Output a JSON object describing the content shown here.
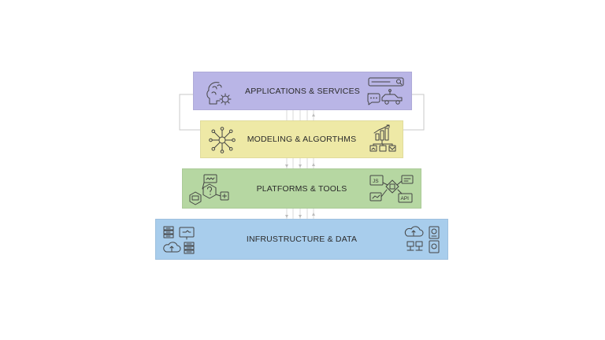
{
  "layers": [
    {
      "label": "APPLICATIONS & SERVICES",
      "color": "#b9b5e6"
    },
    {
      "label": "MODELING & ALGORTHMS",
      "color": "#eee9a6"
    },
    {
      "label": "PLATFORMS & TOOLS",
      "color": "#b6d7a2"
    },
    {
      "label": "INFRUSTRUCTURE & DATA",
      "color": "#a8cdec"
    }
  ],
  "icon_labels": {
    "js": "JS",
    "api": "API"
  },
  "icons": {
    "applications": [
      "brain-gear-icon",
      "search-bar-icon",
      "chat-icon",
      "car-icon"
    ],
    "modeling": [
      "neural-network-icon",
      "bar-chart-icon",
      "hierarchy-icon"
    ],
    "platforms": [
      "code-window-icon",
      "question-hexagon-icon",
      "code-screen-icon",
      "js-icon",
      "api-icon"
    ],
    "infrastructure": [
      "server-rack-icon",
      "monitor-icon",
      "cloud-upload-icon",
      "database-icon",
      "cloud-server-icon",
      "hard-drive-icon"
    ]
  },
  "connector_color": "#bdbdbd"
}
